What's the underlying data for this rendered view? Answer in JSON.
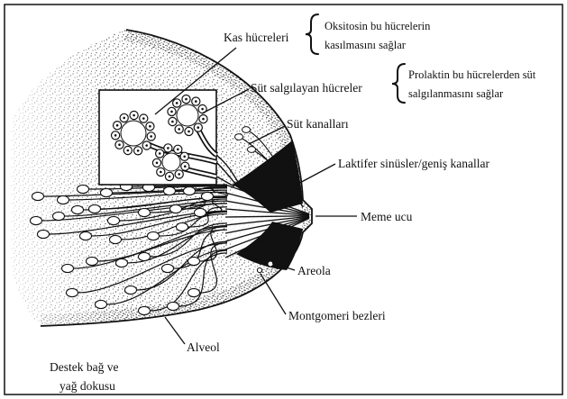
{
  "diagram": {
    "labels": {
      "muscle_cells": "Kas hücreleri",
      "oxytocin_note": [
        "Oksitosin bu hücrelerin",
        "kasılmasını sağlar"
      ],
      "milk_secreting_cells": "Süt salgılayan hücreler",
      "prolactin_note": [
        "Prolaktin bu hücrelerden süt",
        "salgılanmasını sağlar"
      ],
      "milk_ducts": "Süt kanalları",
      "lactiferous_sinuses": "Laktifer sinüsler/geniş kanallar",
      "nipple": "Meme ucu",
      "areola": "Areola",
      "montgomery_glands": "Montgomeri bezleri",
      "alveolus": "Alveol",
      "support_tissue": [
        "Destek bağ ve",
        "yağ dokusu"
      ]
    },
    "colors": {
      "ink": "#111111",
      "background": "#ffffff"
    }
  }
}
